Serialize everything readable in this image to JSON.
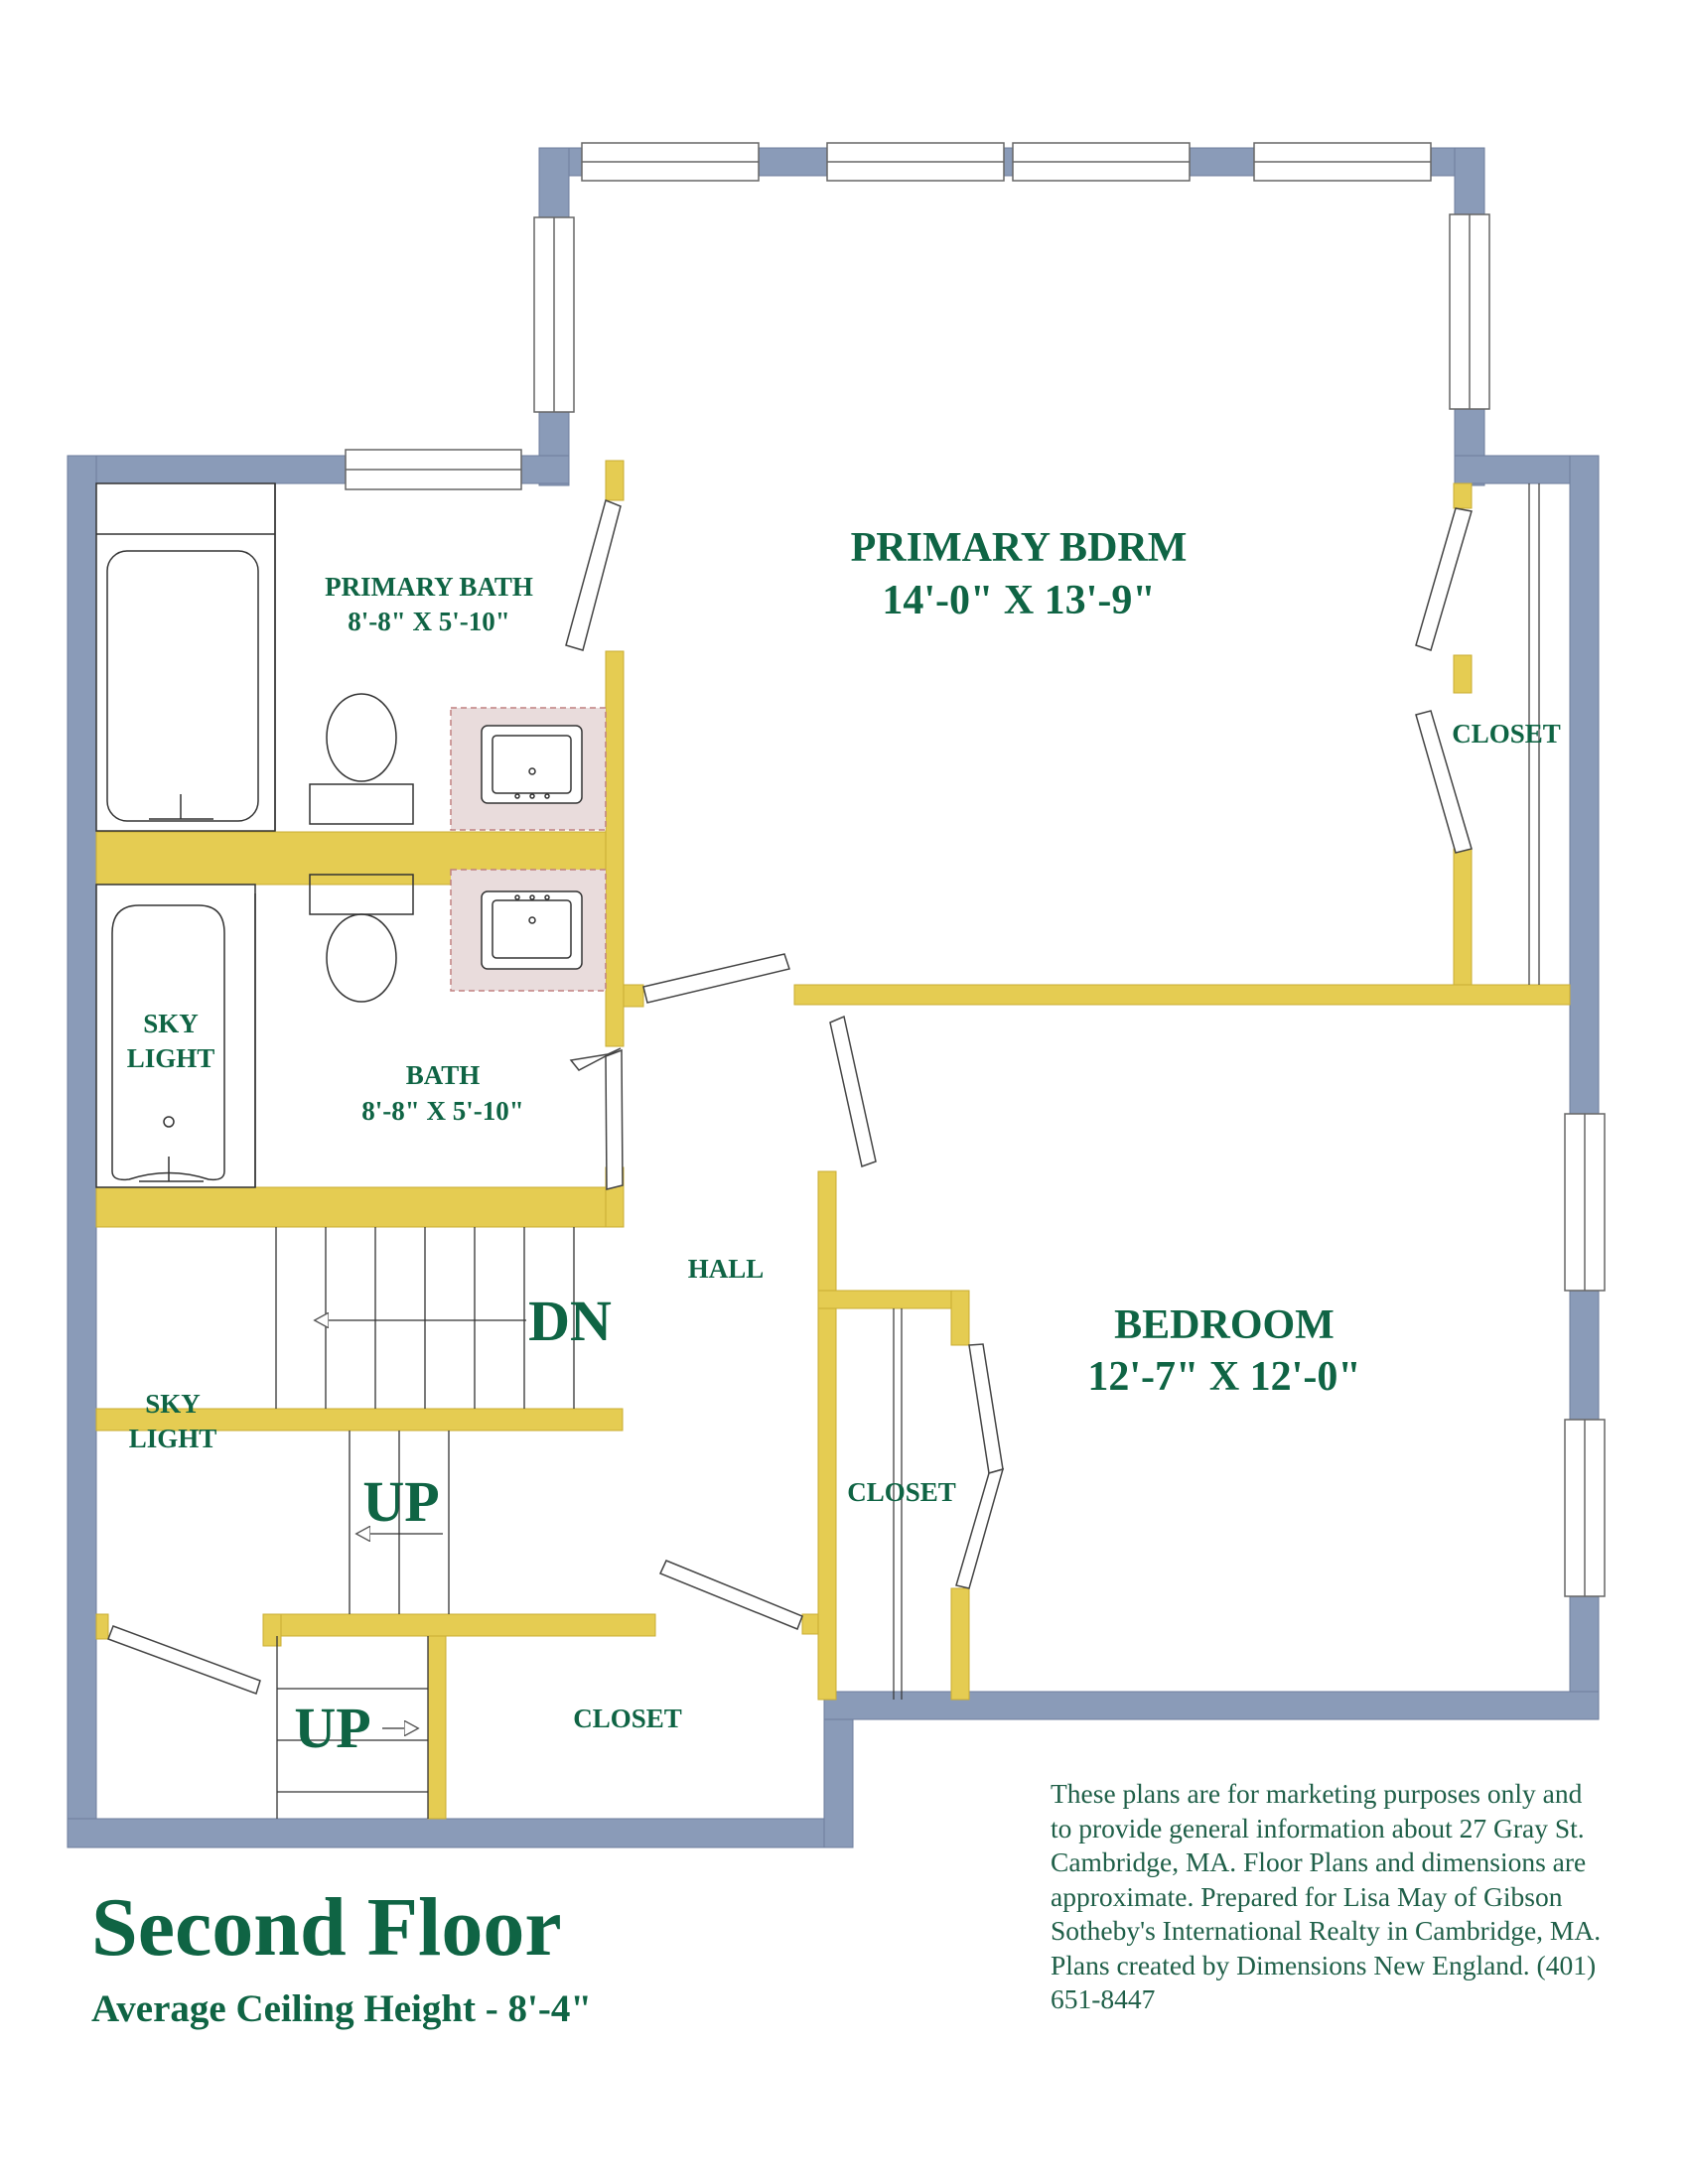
{
  "rooms": {
    "primary_bdrm": {
      "name": "PRIMARY BDRM",
      "dims": "14'-0\" X 13'-9\""
    },
    "primary_bath": {
      "name": "PRIMARY BATH",
      "dims": "8'-8\" X 5'-10\""
    },
    "bath": {
      "name": "BATH",
      "dims": "8'-8\" X 5'-10\""
    },
    "bedroom": {
      "name": "BEDROOM",
      "dims": "12'-7\" X 12'-0\""
    },
    "hall": {
      "name": "HALL"
    },
    "closet_primary": {
      "name": "CLOSET"
    },
    "closet_bedroom": {
      "name": "CLOSET"
    },
    "closet_lower": {
      "name": "CLOSET"
    }
  },
  "skylights": [
    {
      "line1": "SKY",
      "line2": "LIGHT"
    },
    {
      "line1": "SKY",
      "line2": "LIGHT"
    }
  ],
  "stairs": {
    "down_label": "DN",
    "up_label_1": "UP",
    "up_label_2": "UP"
  },
  "title": "Second Floor",
  "subtitle": "Average Ceiling Height - 8'-4\"",
  "disclaimer": "These plans are for marketing purposes only and to provide general information about 27 Gray St. Cambridge, MA.  Floor Plans and dimensions are approximate.  Prepared for Lisa May of Gibson Sotheby's International Realty in Cambridge, MA.  Plans created by Dimensions New England. (401) 651-8447",
  "colors": {
    "exterior_wall": "#8a9bb8",
    "interior_wall": "#e5cc52",
    "label_green": "#0f6444",
    "vanity": "#e9dcdc"
  }
}
